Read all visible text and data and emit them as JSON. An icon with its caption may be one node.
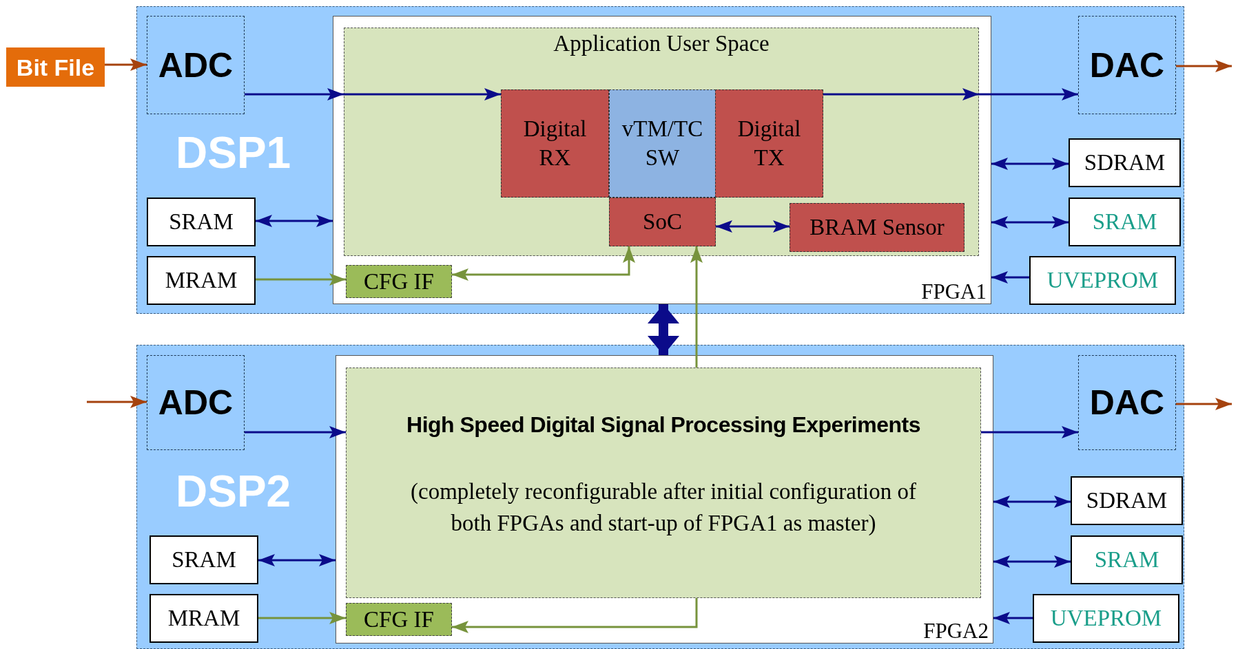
{
  "diagram": {
    "nodes": [
      {
        "text": [
          "DSP1"
        ]
      },
      {
        "text": [
          "Bit File"
        ]
      },
      {
        "text": [
          "ADC"
        ],
        "in": 0
      },
      {
        "text": [
          "FPGA1"
        ],
        "in": 0
      },
      {
        "text": [
          "Application User Space"
        ],
        "in": 3
      },
      {
        "text": [
          "Digital RX"
        ],
        "in": 4
      },
      {
        "text": [
          "vTM/TC SW"
        ],
        "in": 4
      },
      {
        "text": [
          "Digital TX"
        ],
        "in": 4
      },
      {
        "text": [
          "SoC"
        ],
        "in": 4
      },
      {
        "text": [
          "BRAM Sensor"
        ],
        "in": 4
      },
      {
        "text": [
          "CFG IF"
        ],
        "in": 3
      },
      {
        "text": [
          "DAC"
        ],
        "in": 0
      },
      {
        "text": [
          "SDRAM"
        ],
        "in": 0
      },
      {
        "text": [
          "SRAM"
        ],
        "in": 0
      },
      {
        "text": [
          "SRAM"
        ],
        "in": 0
      },
      {
        "text": [
          "MRAM"
        ],
        "in": 0
      },
      {
        "text": [
          "UVEPROM"
        ],
        "in": 0
      },
      {
        "text": [
          "DSP2"
        ]
      },
      {
        "text": [
          "ADC"
        ],
        "in": 17
      },
      {
        "text": [
          "FPGA2"
        ],
        "in": 17
      },
      {
        "text": [
          "High Speed Digital Signal Processing Experiments",
          "(completely reconfigurable after initial configuration of both FPGAs and start-up of FPGA1 as master)"
        ],
        "in": 19
      },
      {
        "text": [
          "CFG IF"
        ],
        "in": 19
      },
      {
        "text": [
          "DAC"
        ],
        "in": 17
      },
      {
        "text": [
          "SDRAM"
        ],
        "in": 17
      },
      {
        "text": [
          "SRAM"
        ],
        "in": 17
      },
      {
        "text": [
          "SRAM"
        ],
        "in": 17
      },
      {
        "text": [
          "MRAM"
        ],
        "in": 17
      },
      {
        "text": [
          "UVEPROM"
        ],
        "in": 17
      }
    ],
    "edges": [
      {
        "from": 1,
        "to": 2,
        "arrow": "to",
        "color": "#a5420e"
      },
      {
        "from": 11,
        "to": null,
        "arrow": "to",
        "color": "#a5420e"
      },
      {
        "from": 2,
        "to": 5,
        "arrow": "to"
      },
      {
        "from": 7,
        "to": 11,
        "arrow": "to"
      },
      {
        "from": 13,
        "to": 3,
        "arrow": "both"
      },
      {
        "from": 15,
        "to": 10,
        "arrow": "to",
        "color": "#77933c"
      },
      {
        "from": 10,
        "to": 8,
        "arrow": "both",
        "color": "#77933c"
      },
      {
        "from": 8,
        "to": 9,
        "arrow": "both"
      },
      {
        "from": 12,
        "to": 3,
        "arrow": "both"
      },
      {
        "from": 14,
        "to": 3,
        "arrow": "both"
      },
      {
        "from": 16,
        "to": 3,
        "arrow": "to"
      },
      {
        "from": 3,
        "to": 19,
        "arrow": "both",
        "style": "thick"
      },
      {
        "from": 20,
        "to": 8,
        "arrow": "to",
        "color": "#77933c"
      },
      {
        "from": null,
        "to": 18,
        "arrow": "to",
        "color": "#a5420e"
      },
      {
        "from": 18,
        "to": 20,
        "arrow": "to"
      },
      {
        "from": 20,
        "to": 22,
        "arrow": "to"
      },
      {
        "from": 22,
        "to": null,
        "arrow": "to",
        "color": "#a5420e"
      },
      {
        "from": 24,
        "to": 19,
        "arrow": "both"
      },
      {
        "from": 26,
        "to": 21,
        "arrow": "to",
        "color": "#77933c"
      },
      {
        "from": 20,
        "to": 21,
        "arrow": "to",
        "color": "#77933c"
      },
      {
        "from": 23,
        "to": 19,
        "arrow": "both"
      },
      {
        "from": 25,
        "to": 19,
        "arrow": "both"
      },
      {
        "from": 27,
        "to": 19,
        "arrow": "to"
      }
    ]
  }
}
